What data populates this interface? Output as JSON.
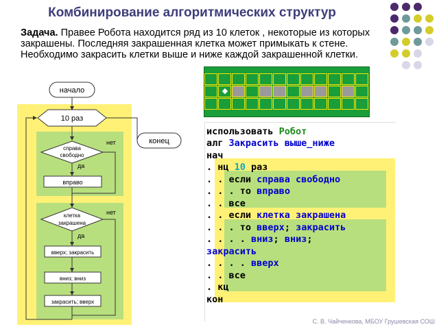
{
  "title": "Комбинирование алгоритмических структур",
  "task": {
    "label": "Задача.",
    "text": " Правее Робота находится ряд из 10 клеток , некоторые из которых закрашены. Последняя закрашенная клетка может примыкать к стене. Необходимо закрасить клетки выше и ниже каждой закрашенной клетки."
  },
  "field": {
    "robot_symbol": "◆",
    "painted_cells": [
      1,
      3,
      4,
      6,
      7,
      9
    ]
  },
  "flowchart": {
    "start": "начало",
    "loop": "10 раз",
    "end": "конец",
    "cond1": {
      "line1": "справа",
      "line2": "свободно",
      "no": "нет",
      "yes": "да"
    },
    "action1": "вправо",
    "cond2": {
      "line1": "клетка",
      "line2": "закрашена",
      "no": "нет",
      "yes": "да"
    },
    "action2": "вверх; закрасить",
    "action3": "вниз; вниз",
    "action4": "закрасить; вверх"
  },
  "code": {
    "l1_kw": "использовать",
    "l1_name": " Робот",
    "l2_kw": "алг",
    "l2_name": " Закрасить выше_ниже",
    "l3": "нач",
    "l4_pre": ". ",
    "l4_kw": "нц",
    "l4_num": " 10",
    "l4_post": " раз",
    "l5_pre": ". . ",
    "l5_kw": "если",
    "l5_cond": " справа свободно",
    "l6_pre": ". . . ",
    "l6_kw": "то",
    "l6_act": " вправо",
    "l7_pre": ". . ",
    "l7_kw": "все",
    "l8_pre": ". . ",
    "l8_kw": "если",
    "l8_cond": " клетка закрашена",
    "l9_pre": ". . . ",
    "l9_kw": "то",
    "l9_a1": " вверх",
    "l9_sep": ";",
    "l9_a2": " закрасить",
    "l10_pre": ". . . . ",
    "l10_a1": "вниз",
    "l10_sep1": "; ",
    "l10_a2": "вниз",
    "l10_sep2": ";",
    "l11": "закрасить",
    "l12_pre": ". . . . ",
    "l12_a": "вверх",
    "l13_pre": ". . ",
    "l13_kw": "все",
    "l14_pre": ". ",
    "l14_kw": "кц",
    "l15": "кон"
  },
  "credit": "С. В. Чайченкова, МБОУ Грушевская СОШ",
  "colors": {
    "title": "#3d3d7a",
    "field": "#1a9e3a",
    "painted": "#9a9a9a",
    "flow_bg": "#fff176",
    "flow_inner": "#b8df7e",
    "keyword": "#0000cc"
  }
}
